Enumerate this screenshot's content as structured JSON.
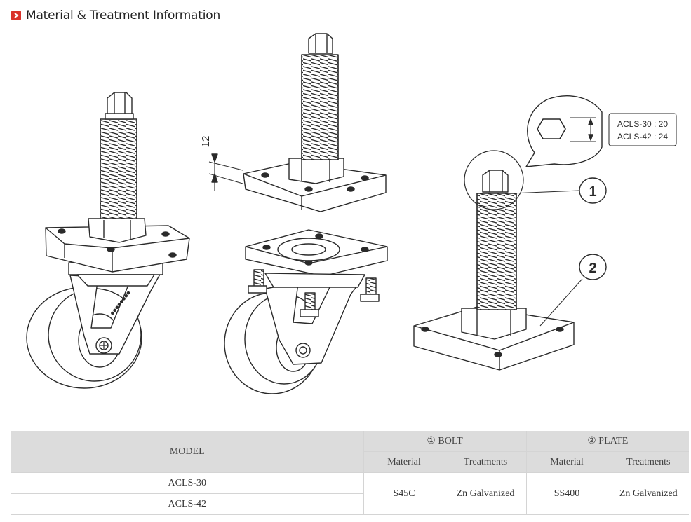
{
  "header": {
    "icon": "red-arrow-bullet-icon",
    "title": "Material & Treatment Information",
    "accent_color": "#d9322b"
  },
  "diagram": {
    "dimension_label": "12",
    "callout_lines": [
      "ACLS-30 : 20",
      "ACLS-42 : 24"
    ],
    "marker_1": "1",
    "marker_2": "2"
  },
  "table": {
    "model_header": "MODEL",
    "bolt_header": "① BOLT",
    "plate_header": "② PLATE",
    "bolt_material_header": "Material",
    "bolt_treatment_header": "Treatments",
    "plate_material_header": "Material",
    "plate_treatment_header": "Treatments",
    "models": [
      "ACLS-30",
      "ACLS-42"
    ],
    "bolt_material": "S45C",
    "bolt_treatment": "Zn Galvanized",
    "plate_material": "SS400",
    "plate_treatment": "Zn Galvanized",
    "header_bg_color": "#dcdcdc"
  }
}
